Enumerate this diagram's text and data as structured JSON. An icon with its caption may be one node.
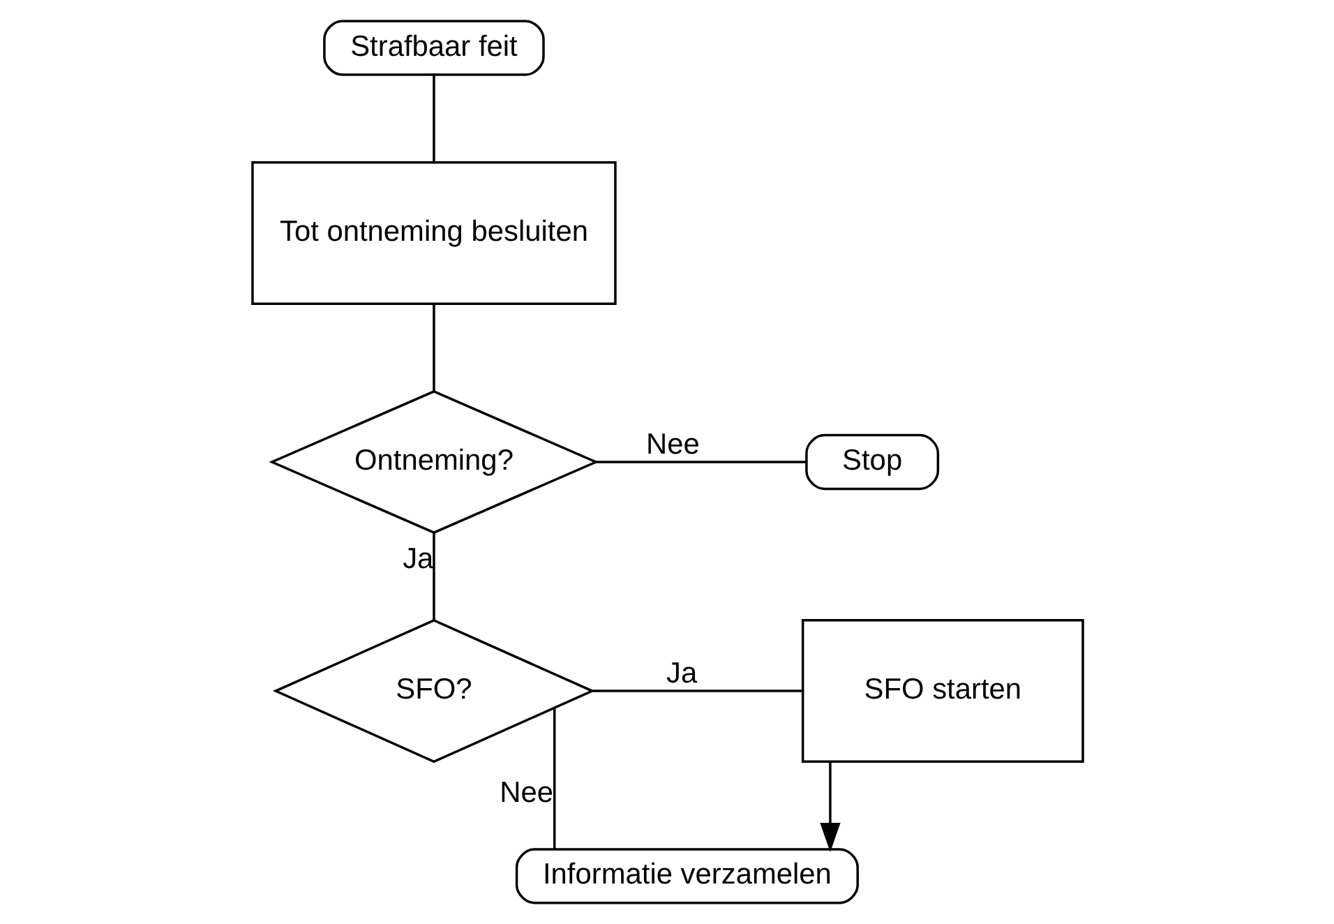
{
  "diagram": {
    "nodes": [
      {
        "text": [
          "Strafbaar feit"
        ]
      },
      {
        "text": [
          "Tot ontneming besluiten"
        ]
      },
      {
        "text": [
          "Ontneming?"
        ]
      },
      {
        "text": [
          "Stop"
        ]
      },
      {
        "text": [
          "SFO?"
        ]
      },
      {
        "text": [
          "SFO starten"
        ]
      },
      {
        "text": [
          "Informatie verzamelen"
        ]
      }
    ],
    "edges": [
      {
        "from": 0,
        "to": 1,
        "arrow": "none"
      },
      {
        "from": 1,
        "to": 2,
        "arrow": "none"
      },
      {
        "from": 2,
        "to": 3,
        "label": "Nee",
        "arrow": "none"
      },
      {
        "from": 2,
        "to": 4,
        "label": "Ja",
        "arrow": "none"
      },
      {
        "from": 4,
        "to": 5,
        "label": "Ja",
        "arrow": "none"
      },
      {
        "from": 4,
        "to": 6,
        "label": "Nee",
        "arrow": "none"
      },
      {
        "from": 5,
        "to": 6,
        "arrow": "to"
      }
    ]
  }
}
